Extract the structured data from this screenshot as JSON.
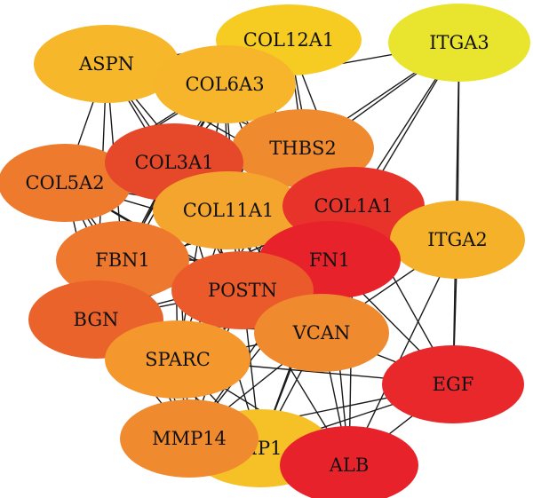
{
  "network": {
    "node_colors": {
      "red": "#e8282b",
      "red_orange": "#e84d2a",
      "orange_red": "#ec6b2d",
      "orange": "#f0892e",
      "light_orange": "#f4a52e",
      "amber": "#f6bd26",
      "yellow": "#e9e52e"
    },
    "edge_color": "#1a1a1a",
    "nodes": [
      {
        "id": "ASPN",
        "label": "ASPN",
        "color": "#f6b82a"
      },
      {
        "id": "COL12A1",
        "label": "COL12A1",
        "color": "#f6cc22"
      },
      {
        "id": "ITGA3",
        "label": "ITGA3",
        "color": "#e9e52e"
      },
      {
        "id": "COL6A3",
        "label": "COL6A3",
        "color": "#f6b52a"
      },
      {
        "id": "THBS2",
        "label": "THBS2",
        "color": "#f08a2e"
      },
      {
        "id": "COL5A2",
        "label": "COL5A2",
        "color": "#ee7b2d"
      },
      {
        "id": "COL3A1",
        "label": "COL3A1",
        "color": "#e6482a"
      },
      {
        "id": "COL11A1",
        "label": "COL11A1",
        "color": "#f4a52e"
      },
      {
        "id": "COL1A1",
        "label": "COL1A1",
        "color": "#e8332b"
      },
      {
        "id": "ITGA2",
        "label": "ITGA2",
        "color": "#f6b12a"
      },
      {
        "id": "FBN1",
        "label": "FBN1",
        "color": "#ee782d"
      },
      {
        "id": "FN1",
        "label": "FN1",
        "color": "#e8222b"
      },
      {
        "id": "POSTN",
        "label": "POSTN",
        "color": "#ea5a2b"
      },
      {
        "id": "BGN",
        "label": "BGN",
        "color": "#e9632b"
      },
      {
        "id": "VCAN",
        "label": "VCAN",
        "color": "#f08a2e"
      },
      {
        "id": "SPARC",
        "label": "SPARC",
        "color": "#f4982e"
      },
      {
        "id": "EGF",
        "label": "EGF",
        "color": "#e8282b"
      },
      {
        "id": "TIMP1",
        "label": "MP1",
        "color": "#f6c126"
      },
      {
        "id": "MMP14",
        "label": "MMP14",
        "color": "#f08a2e"
      },
      {
        "id": "ALB",
        "label": "ALB",
        "color": "#e8222b"
      }
    ],
    "edges": [
      [
        "ASPN",
        "COL12A1"
      ],
      [
        "ASPN",
        "COL6A3"
      ],
      [
        "ASPN",
        "COL3A1"
      ],
      [
        "ASPN",
        "COL5A2"
      ],
      [
        "ASPN",
        "COL11A1"
      ],
      [
        "ASPN",
        "THBS2"
      ],
      [
        "ASPN",
        "COL1A1"
      ],
      [
        "ASPN",
        "FBN1"
      ],
      [
        "ASPN",
        "POSTN"
      ],
      [
        "ASPN",
        "BGN"
      ],
      [
        "COL12A1",
        "COL6A3"
      ],
      [
        "COL12A1",
        "COL3A1"
      ],
      [
        "COL12A1",
        "COL1A1"
      ],
      [
        "COL12A1",
        "COL11A1"
      ],
      [
        "COL12A1",
        "THBS2"
      ],
      [
        "COL12A1",
        "FN1"
      ],
      [
        "COL12A1",
        "POSTN"
      ],
      [
        "COL12A1",
        "COL5A2"
      ],
      [
        "ITGA3",
        "COL6A3"
      ],
      [
        "ITGA3",
        "THBS2"
      ],
      [
        "ITGA3",
        "COL1A1"
      ],
      [
        "ITGA3",
        "FN1"
      ],
      [
        "ITGA3",
        "ITGA2"
      ],
      [
        "ITGA3",
        "COL11A1"
      ],
      [
        "ITGA3",
        "EGF"
      ],
      [
        "COL6A3",
        "COL3A1"
      ],
      [
        "COL6A3",
        "COL5A2"
      ],
      [
        "COL6A3",
        "COL1A1"
      ],
      [
        "COL6A3",
        "COL11A1"
      ],
      [
        "COL6A3",
        "FBN1"
      ],
      [
        "COL6A3",
        "FN1"
      ],
      [
        "COL6A3",
        "POSTN"
      ],
      [
        "COL6A3",
        "BGN"
      ],
      [
        "COL6A3",
        "THBS2"
      ],
      [
        "COL6A3",
        "SPARC"
      ],
      [
        "COL6A3",
        "VCAN"
      ],
      [
        "THBS2",
        "COL3A1"
      ],
      [
        "THBS2",
        "COL5A2"
      ],
      [
        "THBS2",
        "COL1A1"
      ],
      [
        "THBS2",
        "FN1"
      ],
      [
        "THBS2",
        "COL11A1"
      ],
      [
        "THBS2",
        "POSTN"
      ],
      [
        "THBS2",
        "SPARC"
      ],
      [
        "THBS2",
        "FBN1"
      ],
      [
        "THBS2",
        "VCAN"
      ],
      [
        "THBS2",
        "BGN"
      ],
      [
        "COL5A2",
        "COL3A1"
      ],
      [
        "COL5A2",
        "COL1A1"
      ],
      [
        "COL5A2",
        "COL11A1"
      ],
      [
        "COL5A2",
        "FBN1"
      ],
      [
        "COL5A2",
        "POSTN"
      ],
      [
        "COL5A2",
        "BGN"
      ],
      [
        "COL5A2",
        "SPARC"
      ],
      [
        "COL5A2",
        "FN1"
      ],
      [
        "COL5A2",
        "VCAN"
      ],
      [
        "COL5A2",
        "MMP14"
      ],
      [
        "COL3A1",
        "COL1A1"
      ],
      [
        "COL3A1",
        "COL11A1"
      ],
      [
        "COL3A1",
        "FBN1"
      ],
      [
        "COL3A1",
        "FN1"
      ],
      [
        "COL3A1",
        "POSTN"
      ],
      [
        "COL3A1",
        "BGN"
      ],
      [
        "COL3A1",
        "VCAN"
      ],
      [
        "COL3A1",
        "SPARC"
      ],
      [
        "COL3A1",
        "MMP14"
      ],
      [
        "COL3A1",
        "TIMP1"
      ],
      [
        "COL3A1",
        "ITGA2"
      ],
      [
        "COL11A1",
        "COL1A1"
      ],
      [
        "COL11A1",
        "FBN1"
      ],
      [
        "COL11A1",
        "FN1"
      ],
      [
        "COL11A1",
        "POSTN"
      ],
      [
        "COL11A1",
        "BGN"
      ],
      [
        "COL11A1",
        "VCAN"
      ],
      [
        "COL11A1",
        "SPARC"
      ],
      [
        "COL11A1",
        "MMP14"
      ],
      [
        "COL1A1",
        "FN1"
      ],
      [
        "COL1A1",
        "ITGA2"
      ],
      [
        "COL1A1",
        "POSTN"
      ],
      [
        "COL1A1",
        "FBN1"
      ],
      [
        "COL1A1",
        "BGN"
      ],
      [
        "COL1A1",
        "VCAN"
      ],
      [
        "COL1A1",
        "SPARC"
      ],
      [
        "COL1A1",
        "MMP14"
      ],
      [
        "COL1A1",
        "TIMP1"
      ],
      [
        "COL1A1",
        "EGF"
      ],
      [
        "COL1A1",
        "ALB"
      ],
      [
        "ITGA2",
        "FN1"
      ],
      [
        "ITGA2",
        "EGF"
      ],
      [
        "ITGA2",
        "POSTN"
      ],
      [
        "ITGA2",
        "VCAN"
      ],
      [
        "ITGA2",
        "ALB"
      ],
      [
        "FBN1",
        "FN1"
      ],
      [
        "FBN1",
        "POSTN"
      ],
      [
        "FBN1",
        "BGN"
      ],
      [
        "FBN1",
        "VCAN"
      ],
      [
        "FBN1",
        "SPARC"
      ],
      [
        "FBN1",
        "MMP14"
      ],
      [
        "FN1",
        "POSTN"
      ],
      [
        "FN1",
        "VCAN"
      ],
      [
        "FN1",
        "SPARC"
      ],
      [
        "FN1",
        "BGN"
      ],
      [
        "FN1",
        "MMP14"
      ],
      [
        "FN1",
        "TIMP1"
      ],
      [
        "FN1",
        "EGF"
      ],
      [
        "FN1",
        "ALB"
      ],
      [
        "POSTN",
        "BGN"
      ],
      [
        "POSTN",
        "VCAN"
      ],
      [
        "POSTN",
        "SPARC"
      ],
      [
        "POSTN",
        "MMP14"
      ],
      [
        "POSTN",
        "TIMP1"
      ],
      [
        "POSTN",
        "ALB"
      ],
      [
        "BGN",
        "SPARC"
      ],
      [
        "BGN",
        "VCAN"
      ],
      [
        "BGN",
        "MMP14"
      ],
      [
        "BGN",
        "TIMP1"
      ],
      [
        "VCAN",
        "SPARC"
      ],
      [
        "VCAN",
        "MMP14"
      ],
      [
        "VCAN",
        "TIMP1"
      ],
      [
        "VCAN",
        "EGF"
      ],
      [
        "VCAN",
        "ALB"
      ],
      [
        "SPARC",
        "MMP14"
      ],
      [
        "SPARC",
        "TIMP1"
      ],
      [
        "SPARC",
        "ALB"
      ],
      [
        "SPARC",
        "EGF"
      ],
      [
        "EGF",
        "ALB"
      ],
      [
        "EGF",
        "TIMP1"
      ],
      [
        "EGF",
        "MMP14"
      ],
      [
        "MMP14",
        "TIMP1"
      ],
      [
        "MMP14",
        "ALB"
      ],
      [
        "TIMP1",
        "ALB"
      ]
    ]
  }
}
